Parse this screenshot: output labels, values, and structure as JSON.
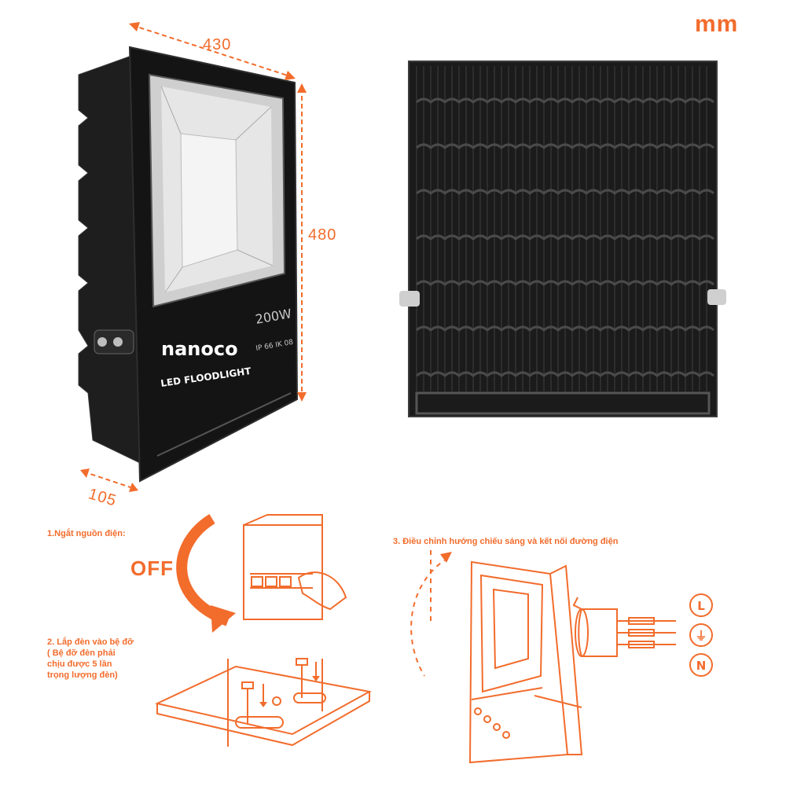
{
  "unit": "mm",
  "dimensions": {
    "width": "430",
    "height": "480",
    "depth": "105"
  },
  "product": {
    "brand": "nanoco",
    "name": "LED FLOODLIGHT",
    "power": "200W",
    "rating": "IP 66 IK 08"
  },
  "steps": {
    "step1": "1.Ngắt nguồn điện:",
    "off_label": "OFF",
    "step2_lines": [
      "2. Lắp đèn vào bệ đỡ",
      "( Bệ đỡ đèn phải",
      "chịu được 5 lần",
      "trọng lượng đèn)"
    ],
    "step3": "3. Điều chỉnh hướng chiếu sáng và kết nối đường điện"
  },
  "terminals": [
    "L",
    "⏚",
    "N"
  ],
  "colors": {
    "accent": "#f26c2c",
    "body": "#141414",
    "panel": "#e6e6e6"
  }
}
